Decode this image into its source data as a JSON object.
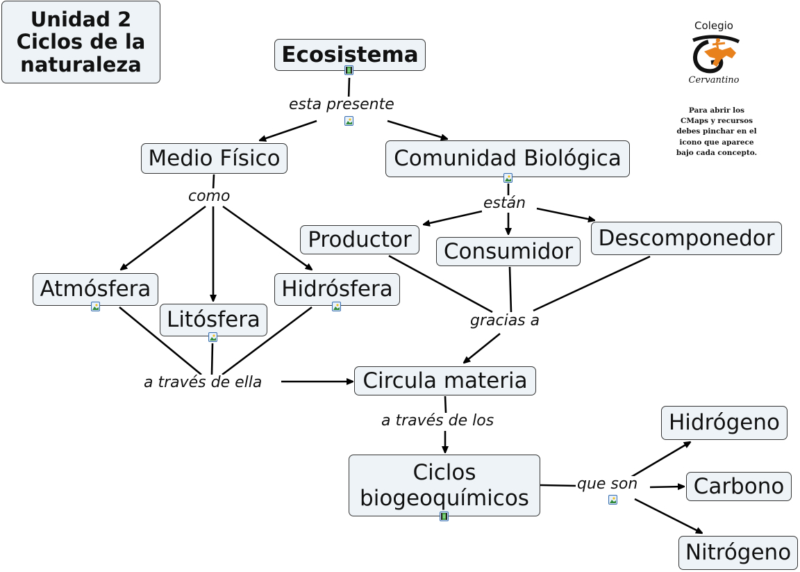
{
  "title_box": {
    "lines": [
      "Unidad 2",
      "Ciclos de la",
      "naturaleza"
    ]
  },
  "logo": {
    "top_text": "Colegio",
    "bottom_text": "Cervantino",
    "colors": {
      "horse": "#e8801c",
      "letter": "#111111"
    }
  },
  "note": {
    "lines": [
      "Para abrir los",
      "CMaps y  recursos",
      "debes pinchar en el",
      "icono que aparece",
      "bajo cada concepto."
    ]
  },
  "concepts": {
    "ecosistema": "Ecosistema",
    "medio_fisico": "Medio Físico",
    "comunidad_biologica": "Comunidad Biológica",
    "atmosfera": "Atmósfera",
    "litosfera": "Litósfera",
    "hidrosfera": "Hidrósfera",
    "productor": "Productor",
    "consumidor": "Consumidor",
    "descomponedor": "Descomponedor",
    "circula_materia": "Circula materia",
    "ciclos_line1": "Ciclos",
    "ciclos_line2": "biogeoquímicos",
    "hidrogeno": "Hidrógeno",
    "carbono": "Carbono",
    "nitrogeno": "Nitrógeno"
  },
  "linking_phrases": {
    "esta_presente": "esta presente",
    "como": "como",
    "estan": "están",
    "gracias_a": "gracias a",
    "a_traves_de_ella": "a través de ella",
    "a_traves_de_los": "a través de los",
    "que_son": "que son"
  },
  "resource_icons": {
    "ecosistema": "video-icon",
    "esta_presente": "image-icon",
    "comunidad_biologica": "image-icon",
    "atmosfera": "image-icon",
    "litosfera": "image-icon",
    "hidrosfera": "image-icon",
    "ciclos": "video-icon",
    "que_son": "image-icon"
  },
  "colors": {
    "node_bg": "#edf3f6",
    "node_border": "#333333",
    "line": "#000000"
  }
}
